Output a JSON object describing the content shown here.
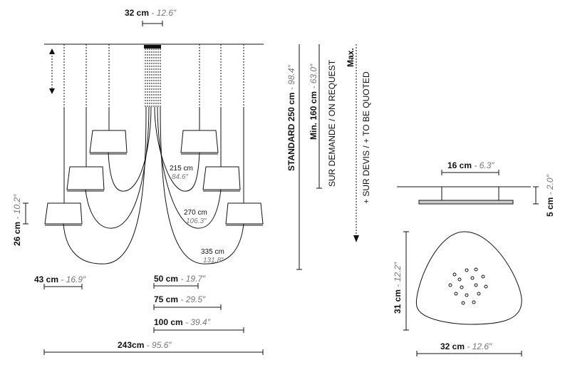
{
  "top_width": {
    "value": "32 cm",
    "inch": " - 12.6″"
  },
  "heights": {
    "standard": "STANDARD 250 cm",
    "standard_inch": " - 98.4″",
    "min": "Min. 160 cm",
    "min_inch": " - 63.0″",
    "on_request": "SUR DEMANDE / ON REQUEST",
    "max": "Max.",
    "quoted": "+ SUR DEVIS / + TO BE QUOTED"
  },
  "cables": [
    {
      "value": "215 cm",
      "inch": "84.6″"
    },
    {
      "value": "270 cm",
      "inch": "106.3″"
    },
    {
      "value": "335 cm",
      "inch": "131.8″"
    }
  ],
  "shade_height": {
    "value": "26 cm",
    "inch": " - 10.2″"
  },
  "shade_width": {
    "value": "43 cm",
    "inch": " - 16.9″"
  },
  "spreads": [
    {
      "value": "50 cm",
      "inch": " - 19.7″"
    },
    {
      "value": "75 cm",
      "inch": " - 29.5″"
    },
    {
      "value": "100 cm",
      "inch": " - 39.4″"
    }
  ],
  "total_width": {
    "value": "243cm",
    "inch": " - 95.6″"
  },
  "canopy": {
    "top": {
      "value": "16 cm",
      "inch": " - 6.3″"
    },
    "height": {
      "value": "5 cm",
      "inch": " - 2.0″"
    },
    "depth": {
      "value": "31 cm",
      "inch": " - 12.2″"
    },
    "width": {
      "value": "32 cm",
      "inch": " - 12.6″"
    }
  }
}
